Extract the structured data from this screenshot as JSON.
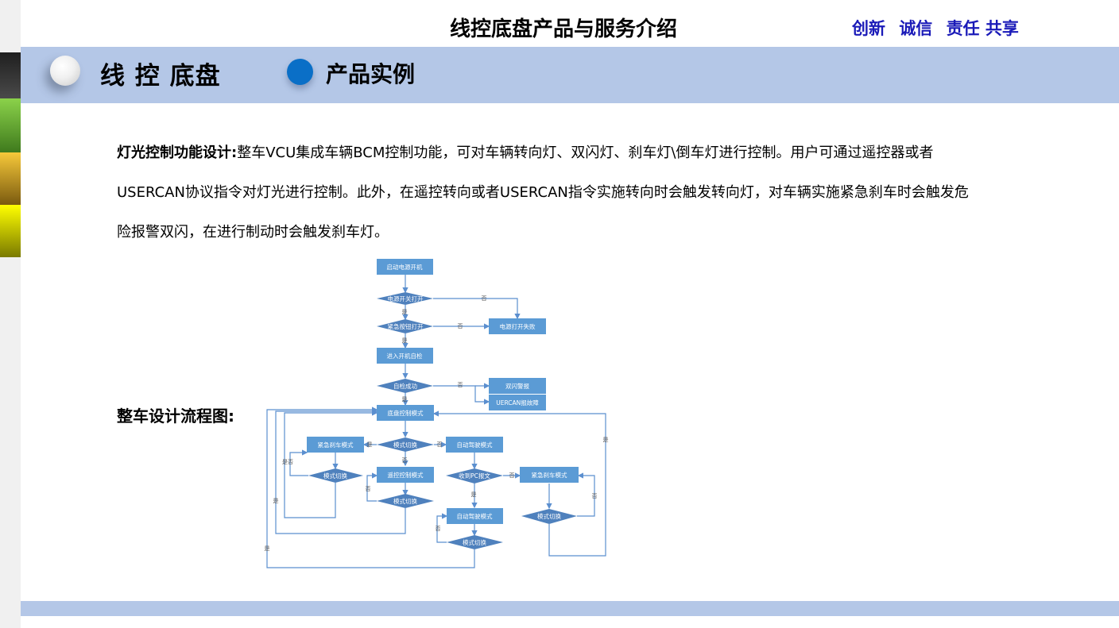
{
  "header": {
    "title": "线控底盘产品与服务介绍",
    "motto": [
      "创新",
      "诚信",
      "责任 共享"
    ]
  },
  "band": {
    "title": "线 控 底盘",
    "subtitle": "产品实例"
  },
  "content": {
    "lead": "灯光控制功能设计:",
    "body": "整车VCU集成车辆BCM控制功能，可对车辆转向灯、双闪灯、刹车灯\\倒车灯进行控制。用户可通过遥控器或者USERCAN协议指令对灯光进行控制。此外，在遥控转向或者USERCAN指令实施转向时会触发转向灯，对车辆实施紧急刹车时会触发危险报警双闪，在进行制动时会触发刹车灯。",
    "flow_label": "整车设计流程图:"
  },
  "flowchart": {
    "nodes": {
      "start": "启动电源开机",
      "d_power": "电源开关打开",
      "d_estop": "紧急按钮打开",
      "fail": "电源打开失败",
      "selfcheck": "进入开机自检",
      "d_check": "自检成功",
      "double_flash": "双闪警报",
      "can_report": "UERCAN报故障",
      "chassis": "底盘控制模式",
      "d_mode1": "模式切换",
      "estop_mode": "紧急刹车模式",
      "auto_mode": "自动驾驶模式",
      "d_mode_left": "模式切换",
      "remote_mode": "遥控控制模式",
      "d_pc": "收到PC报文",
      "estop_mode2": "紧急刹车模式",
      "d_mode_mid": "模式切换",
      "auto_mode2": "自动驾驶模式",
      "d_mode_right": "模式切换",
      "d_mode_bottom": "模式切换"
    },
    "labels": {
      "yes": "是",
      "no": "否",
      "yes_no": "是否"
    },
    "colors": {
      "box": "#5b9bd5",
      "diamond": "#4f81bd",
      "line": "#5b8fcf",
      "text": "#ffffff"
    }
  }
}
